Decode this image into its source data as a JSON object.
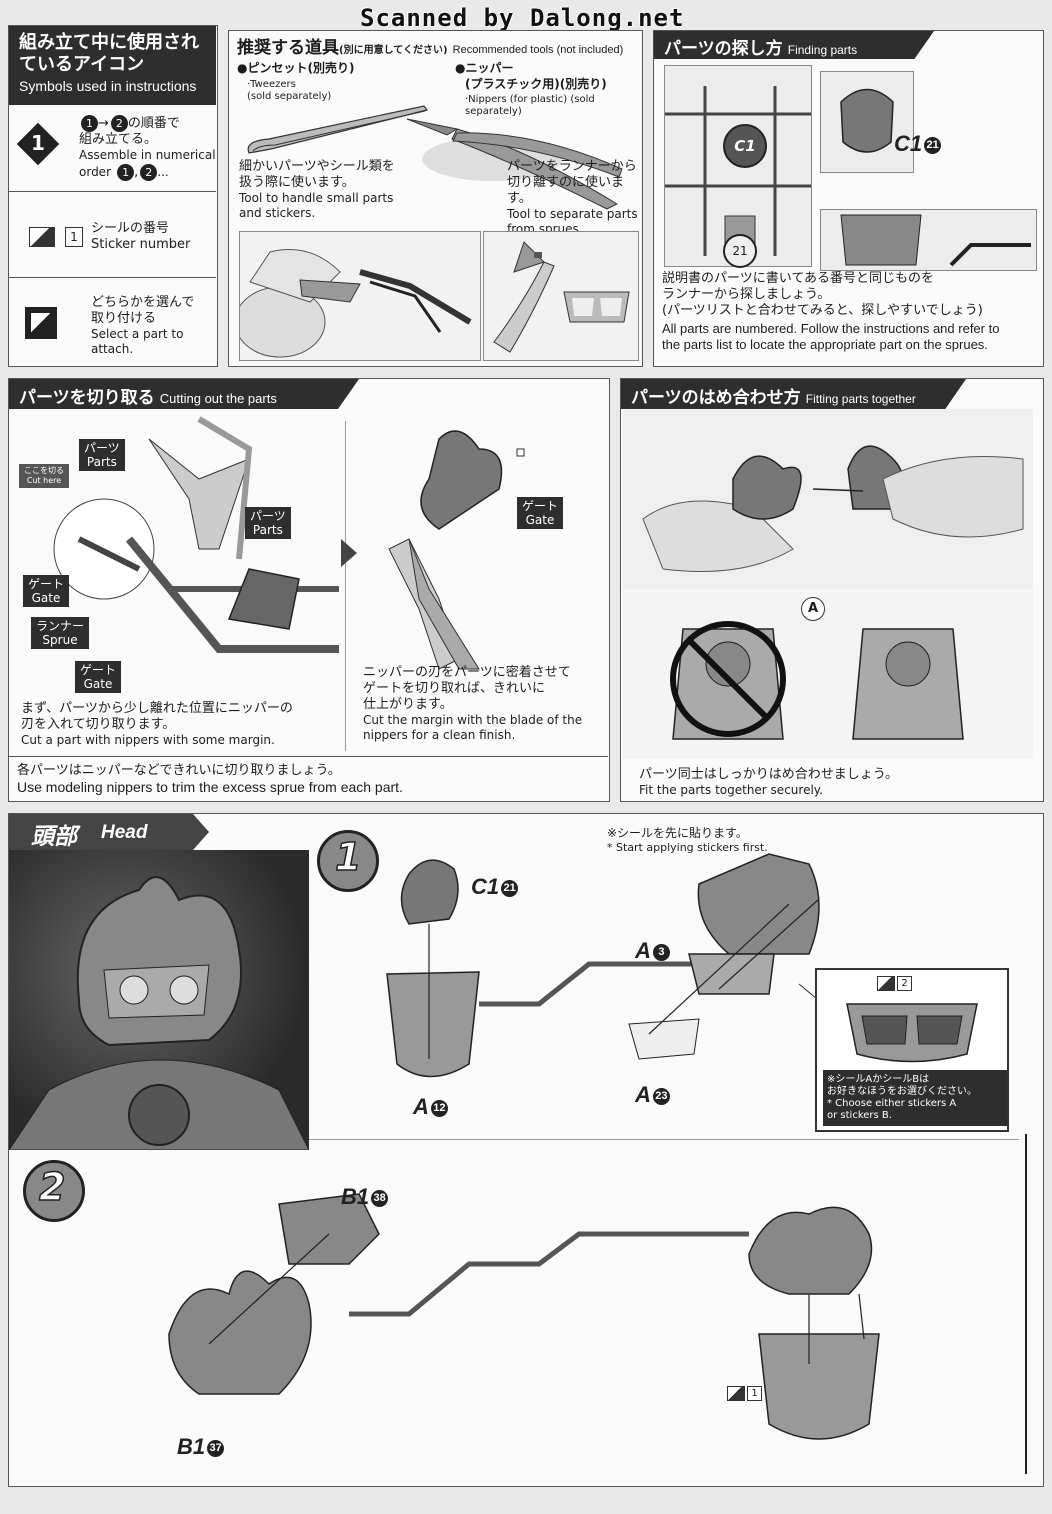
{
  "watermark": "Scanned by Dalong.net",
  "icons_section": {
    "title_jp": "組み立て中に使用されているアイコン",
    "title_en": "Symbols used in instructions",
    "row1_jp1": "→",
    "row1_jp2": "の順番で",
    "row1_jp3": "組み立てる。",
    "row1_en1": "Assemble in numerical",
    "row1_en2": "order",
    "row1_en3": "...",
    "num1": "1",
    "num2": "2",
    "row2_jp": "シールの番号",
    "row2_en": "Sticker number",
    "row2_num": "1",
    "row3_jp1": "どちらかを選んで",
    "row3_jp2": "取り付ける",
    "row3_en": "Select a part to attach."
  },
  "tools_section": {
    "title_jp": "推奨する道具",
    "title_jp_small": "(別に用意してください)",
    "title_en": "Recommended tools (not included)",
    "tweezers_jp": "●ピンセット(別売り)",
    "tweezers_en1": "·Tweezers",
    "tweezers_en2": "(sold separately)",
    "nippers_jp1": "●ニッパー",
    "nippers_jp2": "(プラスチック用)(別売り)",
    "nippers_en": "·Nippers (for plastic) (sold separately)",
    "tweezers_use_jp1": "細かいパーツやシール類を",
    "tweezers_use_jp2": "扱う際に使います。",
    "tweezers_use_en1": "Tool to handle small parts",
    "tweezers_use_en2": "and stickers.",
    "nippers_use_jp1": "パーツをランナーから",
    "nippers_use_jp2": "切り離すのに使います。",
    "nippers_use_en1": "Tool to separate parts",
    "nippers_use_en2": "from sprues."
  },
  "finding_section": {
    "title_jp": "パーツの探し方",
    "title_en": "Finding parts",
    "tag_c": "C1",
    "tag_21": "21",
    "part_label": "C1",
    "part_num": "21",
    "jp1": "説明書のパーツに書いてある番号と同じものを",
    "jp2": "ランナーから探しましょう。",
    "jp3": "(パーツリストと合わせてみると、探しやすいでしょう)",
    "en1": "All parts are numbered. Follow the instructions and refer to",
    "en2": "the parts list to locate the appropriate part on the sprues."
  },
  "cutting_section": {
    "title_jp": "パーツを切り取る",
    "title_en": "Cutting out the parts",
    "label_parts_jp": "パーツ",
    "label_parts_en": "Parts",
    "label_cut_jp": "ここを切る",
    "label_cut_en": "Cut here",
    "label_gate_jp": "ゲート",
    "label_gate_en": "Gate",
    "label_sprue_jp": "ランナー",
    "label_sprue_en": "Sprue",
    "left_jp1": "まず、パーツから少し離れた位置にニッパーの",
    "left_jp2": "刃を入れて切り取ります。",
    "left_en": "Cut a part with nippers with some margin.",
    "right_jp1": "ニッパーの刃をパーツに密着させて",
    "right_jp2": "ゲートを切り取れば、きれいに",
    "right_jp3": "仕上がります。",
    "right_en1": "Cut the margin with the blade of the",
    "right_en2": "nippers for a clean finish.",
    "bottom_jp": "各パーツはニッパーなどできれいに切り取りましょう。",
    "bottom_en": "Use modeling nippers to trim the excess sprue from each part."
  },
  "fitting_section": {
    "title_jp": "パーツのはめ合わせ方",
    "title_en": "Fitting parts together",
    "tag_a": "A",
    "jp": "パーツ同士はしっかりはめ合わせましょう。",
    "en": "Fit the parts together securely."
  },
  "head_section": {
    "title_jp": "頭部",
    "title_en": "Head",
    "step1": "1",
    "step2": "2",
    "note_jp": "※シールを先に貼ります。",
    "note_en": "* Start applying stickers first.",
    "parts": {
      "c1": "C1",
      "c1_num": "21",
      "a12": "A",
      "a12_num": "12",
      "a3": "A",
      "a3_num": "3",
      "a23": "A",
      "a23_num": "23",
      "b38": "B1",
      "b38_num": "38",
      "b37": "B1",
      "b37_num": "37"
    },
    "sticker_num_2": "2",
    "sticker_num_1": "1",
    "choose_jp1": "※シールAかシールBは",
    "choose_jp2": "お好きなほうをお選びください。",
    "choose_en1": "* Choose either stickers A",
    "choose_en2": "or stickers B."
  }
}
